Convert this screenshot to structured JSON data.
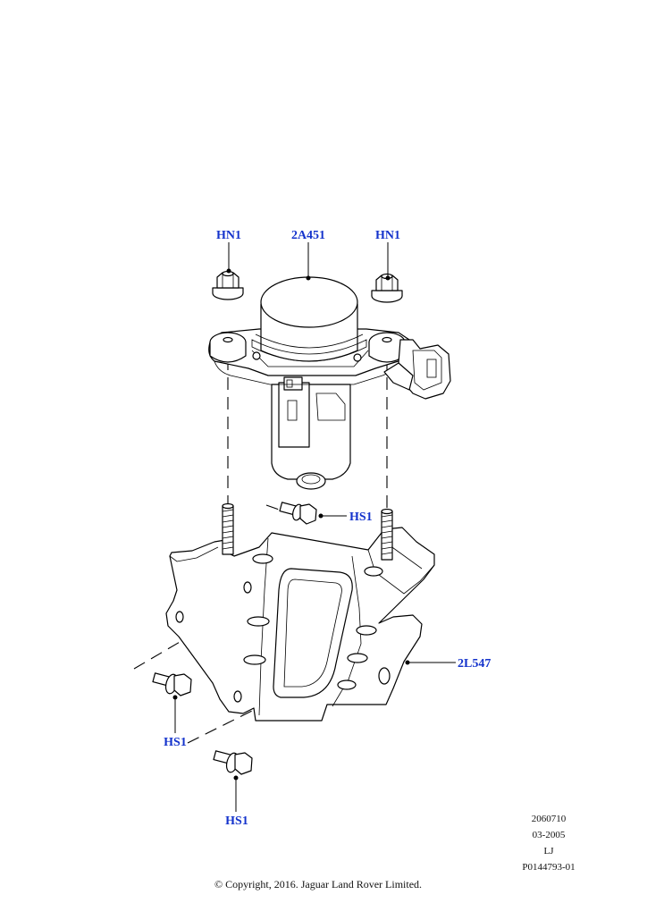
{
  "callouts": {
    "nut_left": "HN1",
    "pump": "2A451",
    "nut_right": "HN1",
    "bolt_upper": "HS1",
    "bracket": "2L547",
    "bolt_left": "HS1",
    "bolt_lower": "HS1"
  },
  "info": {
    "line1": "2060710",
    "line2": "03-2005",
    "line3": "LJ",
    "line4": "P0144793-01"
  },
  "copyright": "© Copyright, 2016. Jaguar Land Rover Limited."
}
